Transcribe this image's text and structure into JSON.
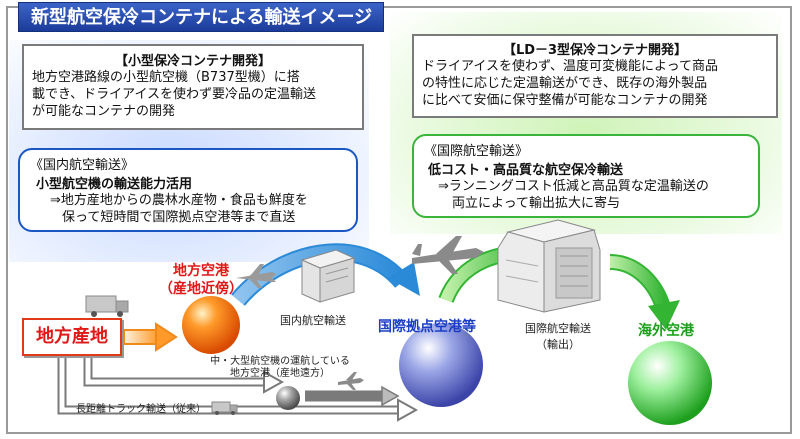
{
  "title": "新型航空保冷コンテナによる輸送イメージ",
  "small_container": {
    "heading": "【小型保冷コンテナ開発】",
    "lines": [
      "地方空港路線の小型航空機（B737型機）に搭",
      "載でき、ドライアイスを使わず要冷品の定温輸送",
      "が可能なコンテナの開発"
    ]
  },
  "ld3_container": {
    "heading": "【LD－3型保冷コンテナ開発】",
    "lines": [
      "ドライアイスを使わず、温度可変機能によって商品",
      "の特性に応じた定温輸送ができ、既存の海外製品",
      "に比べて安価に保守整備が可能なコンテナの開発"
    ]
  },
  "domestic": {
    "category": "《国内航空輸送》",
    "headline": "小型航空機の輸送能力活用",
    "lines": [
      "⇒地方産地からの農林水産物・食品も鮮度を",
      "保って短時間で国際拠点空港等まで直送"
    ]
  },
  "international": {
    "category": "《国際航空輸送》",
    "headline": "低コスト・高品質な航空保冷輸送",
    "lines": [
      "⇒ランニングコスト低減と高品質な定温輸送の",
      "両立によって輸出拡大に寄与"
    ]
  },
  "nodes": {
    "origin": "地方産地",
    "local_airport": [
      "地方空港",
      "（産地近傍）"
    ],
    "hub_airport": "国際拠点空港等",
    "overseas_airport": "海外空港",
    "remote_airport": [
      "中・大型航空機の運航している",
      "地方空港（産地遠方）"
    ]
  },
  "edges": {
    "domestic_air": "国内航空輸送",
    "international_air": [
      "国際航空輸送",
      "（輸出）"
    ],
    "truck": "長距離トラック輸送（従来）"
  },
  "colors": {
    "title_blue": "#1c3c9a",
    "red": "#e01818",
    "blue": "#1a3fc6",
    "green": "#1aa01a"
  }
}
